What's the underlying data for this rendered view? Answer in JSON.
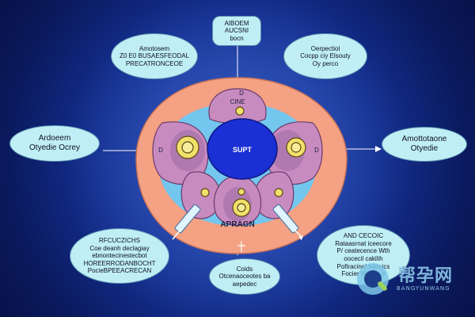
{
  "labels": {
    "top": [
      "AIBOEM",
      "AUCSNI",
      "bocn"
    ],
    "top_left": [
      "Amotosem",
      "Z0 E0 BUSAESFEODAL",
      "PRECATRONCEOE"
    ],
    "top_right": [
      "Oerpectiol",
      "Cocpp ciy Elsouty",
      "Oy perco"
    ],
    "left_mid": [
      "Ardoeem",
      "Otyedie Ocrey"
    ],
    "right_mid": [
      "Amottotaone",
      "Otyedie"
    ],
    "bottom_left": [
      "RFCUCZICHS",
      "Coe deanh declagiay",
      "ebnontecinestecbot",
      "HOREERRODANBOCHT",
      "PocieBPEEACRECAN"
    ],
    "bottom_right": [
      "AND CECOIC",
      "Rataasrnat iceecore",
      "P/ ceatecence Wth",
      "oocecil cakilih",
      "Pofiracinel bitonics",
      "Focier Wyfioc b"
    ],
    "bottom": [
      "Coids",
      "Otcenaoceotes ba",
      "aepedec"
    ]
  },
  "organ": {
    "center": "SUPT",
    "top_lobe": "CINE",
    "bottom": "APRAGN",
    "left_marker": "D",
    "right_marker": "D",
    "top_marker": "D"
  },
  "watermark": {
    "title": "帮孕网",
    "subtitle": "BANGYUNWANG"
  },
  "colors": {
    "background": "#14339a",
    "outer_shape": "#f4a184",
    "lobes": "#c88bc0",
    "center": "#1a2fd4",
    "label_fill": "#bfeff4",
    "inner_blue": "#73c6ee",
    "yellow_nuclei": "#f2e06c"
  }
}
